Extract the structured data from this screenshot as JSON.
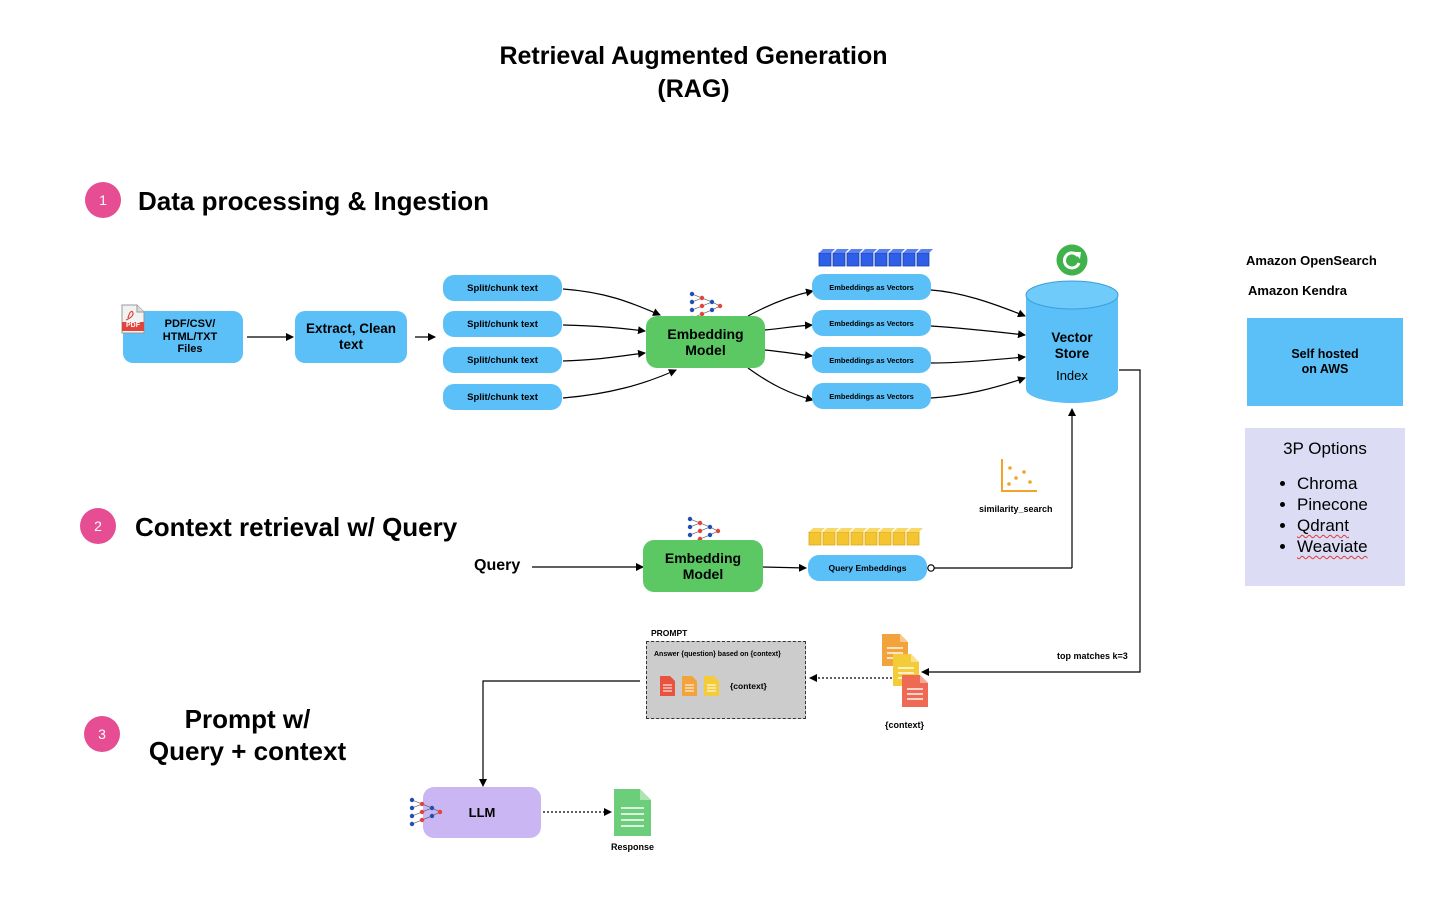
{
  "title": "Retrieval Augmented Generation\n(RAG)",
  "sections": [
    {
      "number": "1",
      "title": "Data processing & Ingestion"
    },
    {
      "number": "2",
      "title": "Context retrieval  w/ Query"
    },
    {
      "number": "3",
      "title": "Prompt w/\nQuery + context"
    }
  ],
  "ingestion": {
    "files_label": "PDF/CSV/\nHTML/TXT\nFiles",
    "pdf_badge": "PDF",
    "extract_label": "Extract, Clean\ntext",
    "chunks": [
      "Split/chunk text",
      "Split/chunk text",
      "Split/chunk text",
      "Split/chunk text"
    ],
    "embedding_model": "Embedding\nModel",
    "vectors": [
      "Embeddings as Vectors",
      "Embeddings as Vectors",
      "Embeddings as Vectors",
      "Embeddings as Vectors"
    ],
    "vector_store_title": "Vector\nStore",
    "vector_store_index": "Index"
  },
  "retrieval": {
    "query_label": "Query",
    "embedding_model": "Embedding\nModel",
    "query_embeddings": "Query Embeddings",
    "similarity_label": "similarity_search",
    "top_matches": "top matches k=3",
    "context_label": "{context}"
  },
  "prompt": {
    "header": "PROMPT",
    "template": "Answer {question} based on {context}",
    "context_token": "{context}",
    "llm_label": "LLM",
    "response_label": "Response"
  },
  "options": {
    "opensearch": "Amazon OpenSearch",
    "kendra": "Amazon Kendra",
    "self_hosted": "Self hosted\non AWS",
    "third_party_title": "3P Options",
    "third_party_items": [
      "Chroma",
      "Pinecone",
      "Qdrant",
      "Weaviate"
    ]
  },
  "colors": {
    "blue": "#5bc0f8",
    "green": "#5cc864",
    "pink": "#e64d93",
    "purple": "#c9b6f2",
    "lavender": "#dcdcf5",
    "prompt_gray": "#cccccc",
    "vector_blue": "#2f5fe6",
    "query_yellow": "#f4c531"
  }
}
